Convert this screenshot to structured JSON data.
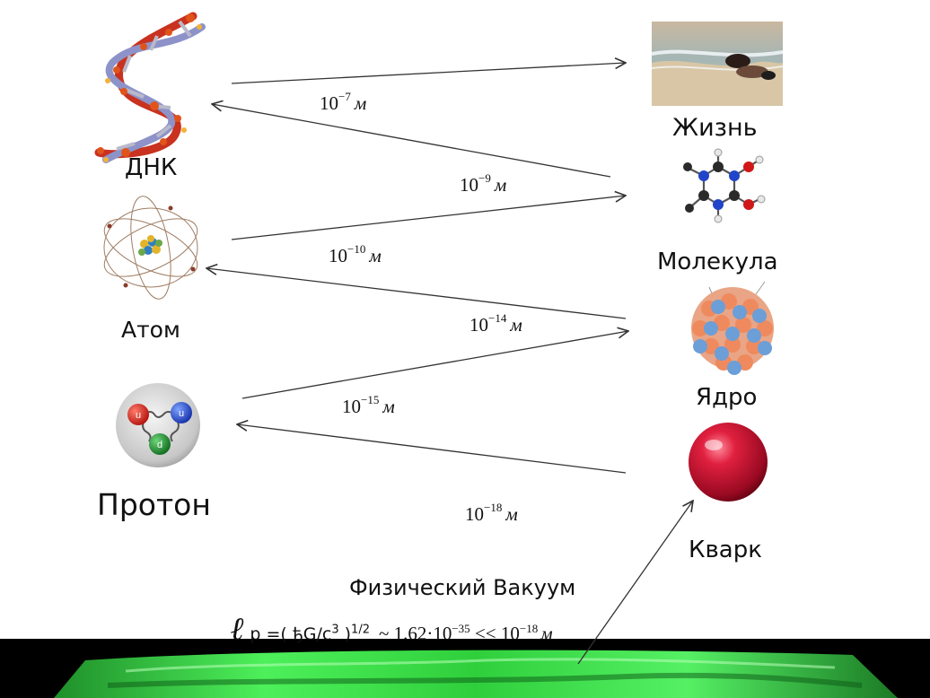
{
  "labels": {
    "dna": "ДНК",
    "atom": "Атом",
    "proton": "Протон",
    "life": "Жизнь",
    "molecule": "Молекула",
    "nucleus": "Ядро",
    "quark": "Кварк",
    "vacuum": "Физический Вакуум"
  },
  "scales": [
    {
      "base": "10",
      "exp": "−7",
      "unit": "м"
    },
    {
      "base": "10",
      "exp": "−9",
      "unit": "м"
    },
    {
      "base": "10",
      "exp": "−10",
      "unit": "м"
    },
    {
      "base": "10",
      "exp": "−14",
      "unit": "м"
    },
    {
      "base": "10",
      "exp": "−15",
      "unit": "м"
    },
    {
      "base": "10",
      "exp": "−18",
      "unit": "м"
    }
  ],
  "formula": {
    "symbol": "ℓ",
    "lhs": "p =( ђG/c",
    "lhs_exp": "3",
    "close": " )",
    "power": "1/2",
    "approx": "~",
    "value": "1.62·10",
    "value_exp": "−35",
    "compare": "<< 10",
    "compare_exp": "−18",
    "unit": "м"
  },
  "colors": {
    "arrow": "#333333",
    "dna_red": "#c8321e",
    "dna_blue": "#8d93c9",
    "nucleus_orange": "#ef8a5e",
    "nucleus_blue": "#6c9ed8",
    "quark_red": "#d11a3c",
    "vacuum_green": "#3ee84e"
  }
}
